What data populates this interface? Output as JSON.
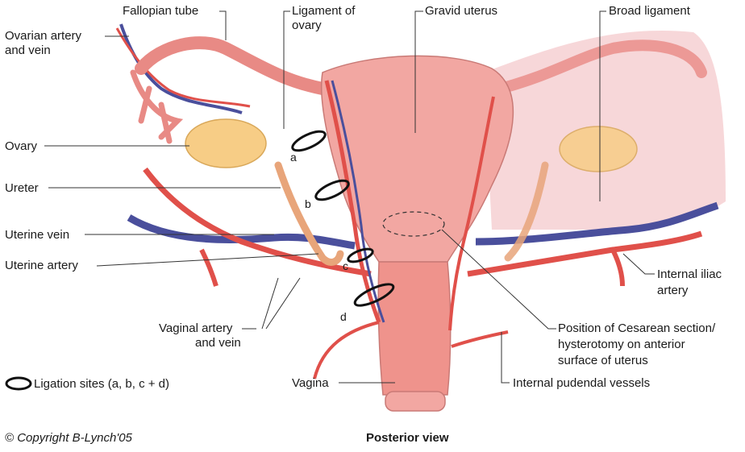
{
  "labels": {
    "fallopian_tube": "Fallopian tube",
    "ligament_of_ovary_1": "Ligament of",
    "ligament_of_ovary_2": "ovary",
    "gravid_uterus": "Gravid uterus",
    "broad_ligament": "Broad ligament",
    "ovarian_1": "Ovarian artery",
    "ovarian_2": "and vein",
    "ovary": "Ovary",
    "ureter": "Ureter",
    "uterine_vein": "Uterine vein",
    "uterine_artery": "Uterine artery",
    "vaginal_1": "Vaginal artery",
    "vaginal_2": "and vein",
    "ligation_legend": "Ligation sites (a, b, c + d)",
    "vagina": "Vagina",
    "internal_iliac_1": "Internal iliac",
    "internal_iliac_2": "artery",
    "cesarean_1": "Position of Cesarean section/",
    "cesarean_2": "hysterotomy on anterior",
    "cesarean_3": "surface of uterus",
    "internal_pudendal": "Internal pudendal vessels"
  },
  "sites": {
    "a": "a",
    "b": "b",
    "c": "c",
    "d": "d"
  },
  "footer": {
    "copyright": "© Copyright B-Lynch'05",
    "view": "Posterior view"
  },
  "colors": {
    "artery": "#e0504a",
    "vein": "#4a4f9c",
    "tissue": "#f2a7a2",
    "ovary": "#f7cd86",
    "ureter": "#e8a57a",
    "ligament": "#f6d0d2"
  }
}
